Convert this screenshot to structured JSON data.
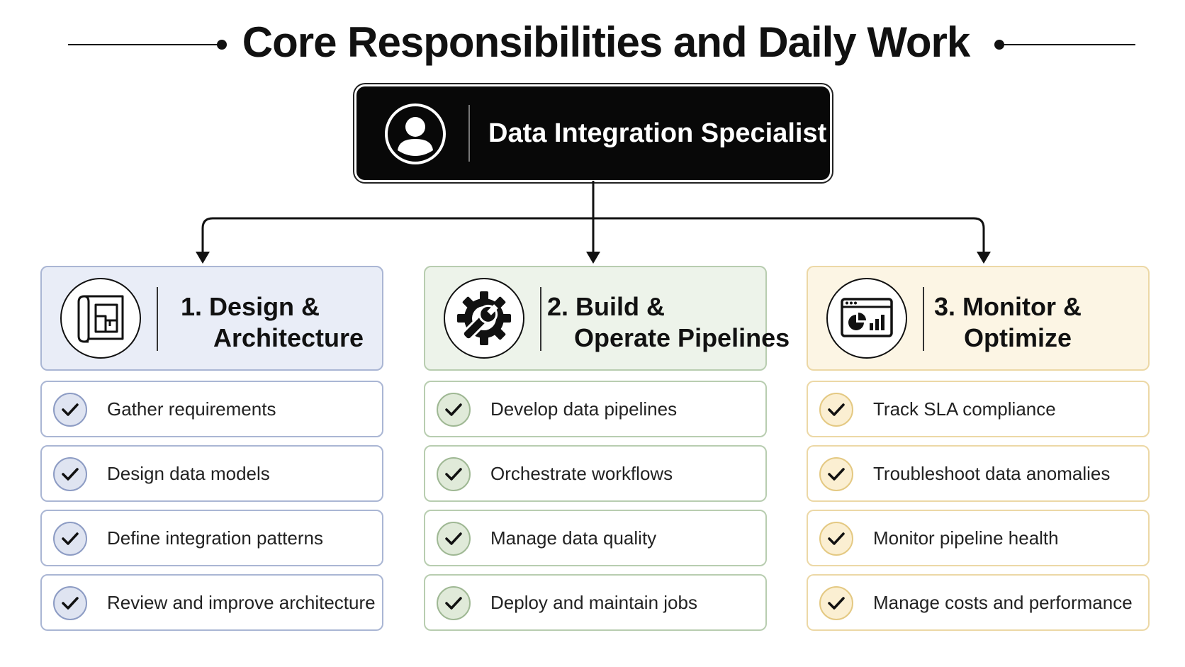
{
  "page": {
    "title": "Core Responsibilities and Daily Work"
  },
  "root": {
    "label": "Data Integration Specialist",
    "icon": "user-avatar-icon",
    "background": "#080808"
  },
  "columns": [
    {
      "title_line1": "1. Design &",
      "title_line2": "Architecture",
      "icon": "blueprint-icon",
      "header_fill": "#e9edf7",
      "border": "#aab6d4",
      "check_fill": "#dfe4f1",
      "check_border": "#8d9cc4",
      "tasks": [
        "Gather requirements",
        "Design data models",
        "Define integration patterns",
        "Review and improve architecture"
      ]
    },
    {
      "title_line1": "2. Build &",
      "title_line2": "Operate Pipelines",
      "icon": "gear-wrench-icon",
      "header_fill": "#edf3ea",
      "border": "#b8cdb0",
      "check_fill": "#e0ead9",
      "check_border": "#9fb894",
      "tasks": [
        "Develop data pipelines",
        "Orchestrate workflows",
        "Manage data quality",
        "Deploy and maintain jobs"
      ]
    },
    {
      "title_line1": "3. Monitor &",
      "title_line2": "Optimize",
      "icon": "dashboard-chart-icon",
      "header_fill": "#fcf5e4",
      "border": "#ecd8a6",
      "check_fill": "#fbefd2",
      "check_border": "#e4c983",
      "tasks": [
        "Track SLA compliance",
        "Troubleshoot data anomalies",
        "Monitor pipeline health",
        "Manage costs and performance"
      ]
    }
  ]
}
